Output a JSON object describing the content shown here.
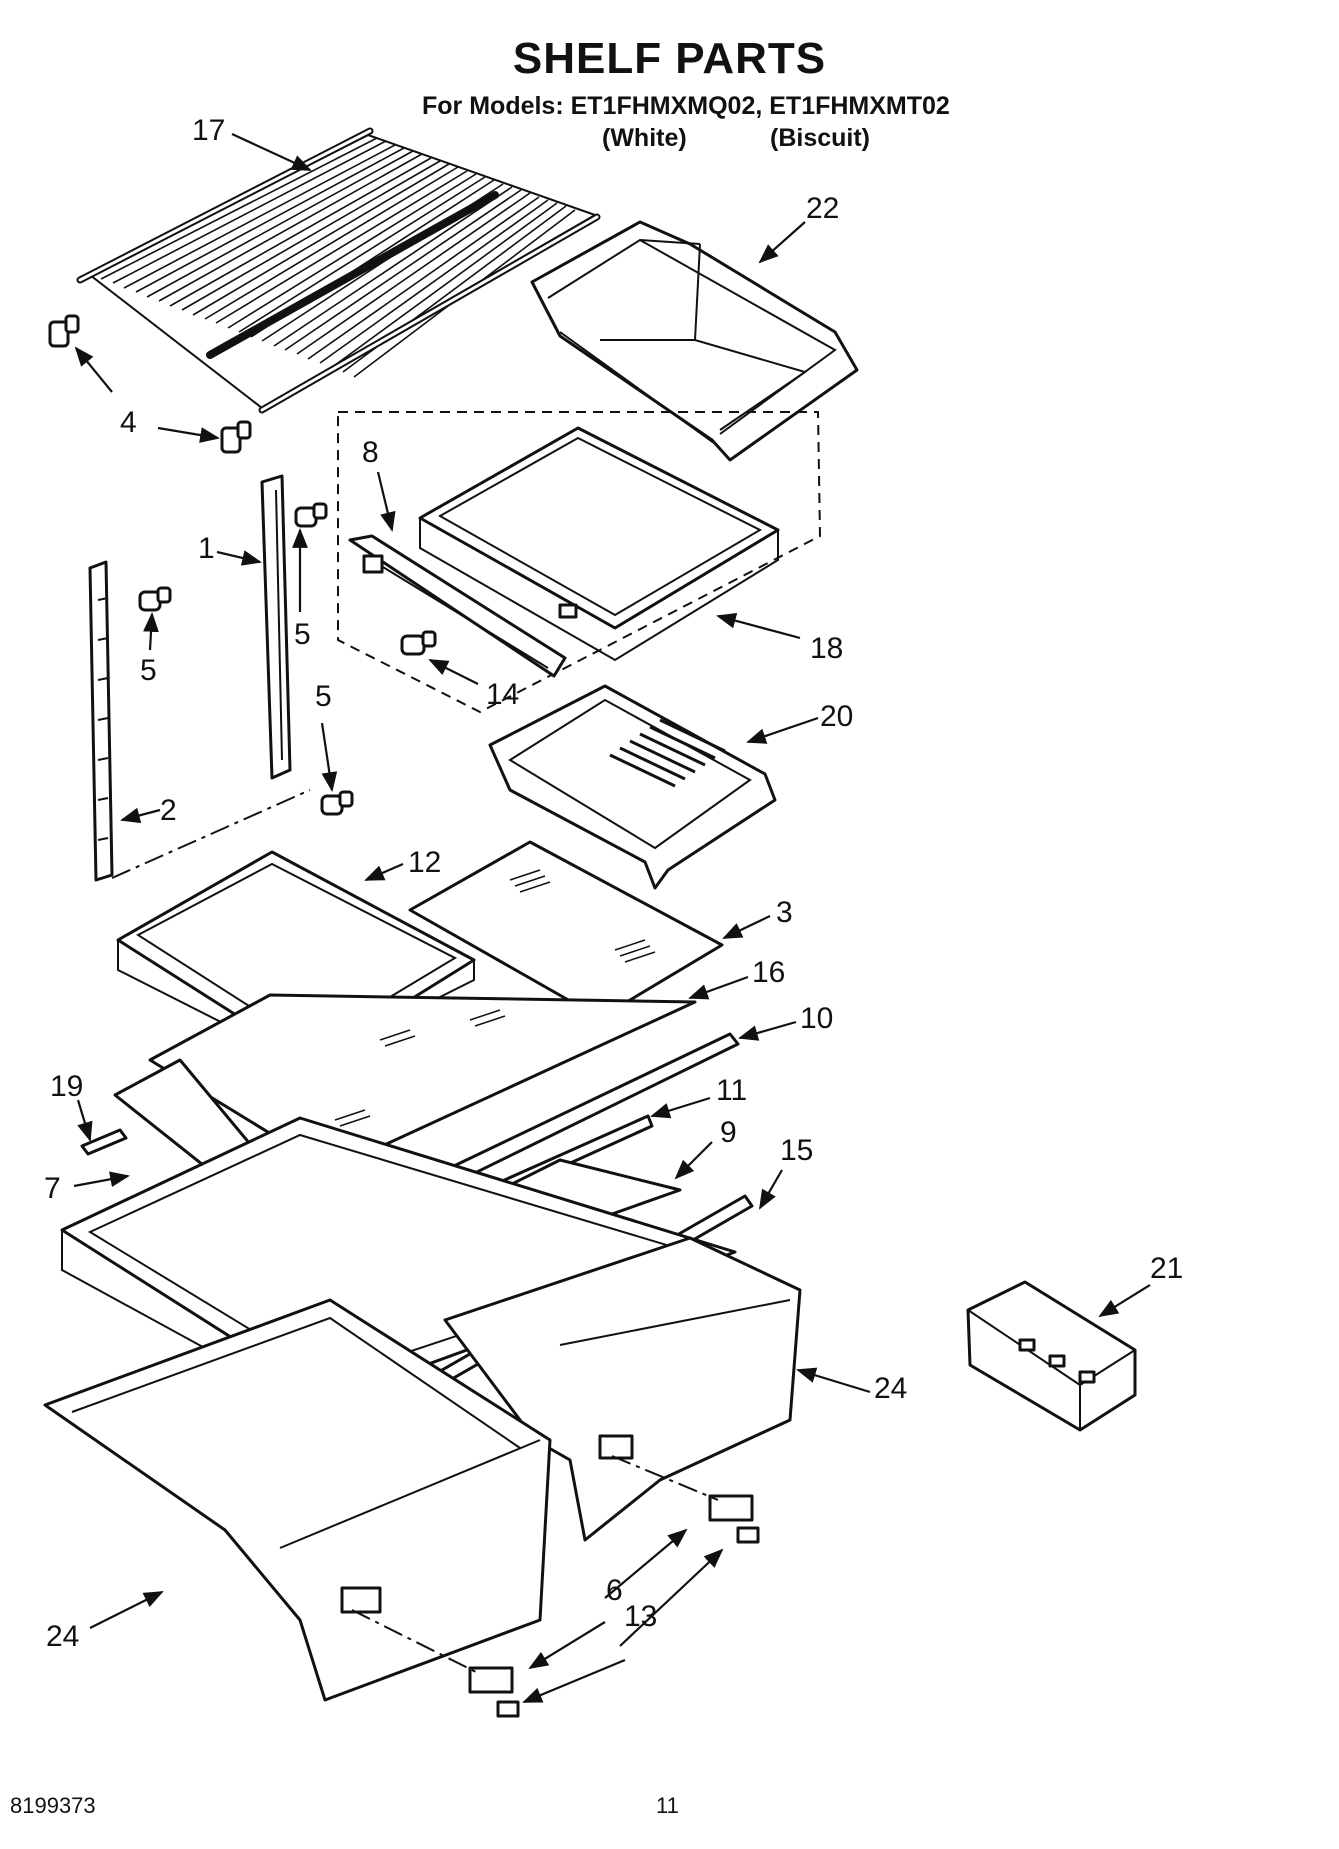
{
  "header": {
    "title": "SHELF PARTS",
    "models_line": "For Models: ET1FHMXMQ02, ET1FHMXMT02",
    "color_1": "(White)",
    "color_2": "(Biscuit)"
  },
  "footer": {
    "doc_number": "8199373",
    "page_number": "11"
  },
  "callouts": {
    "c17": "17",
    "c22": "22",
    "c4": "4",
    "c8": "8",
    "c1": "1",
    "c5a": "5",
    "c5b": "5",
    "c5c": "5",
    "c18": "18",
    "c14": "14",
    "c20": "20",
    "c2": "2",
    "c12": "12",
    "c3": "3",
    "c16": "16",
    "c10": "10",
    "c19": "19",
    "c11": "11",
    "c9": "9",
    "c7": "7",
    "c15": "15",
    "c21": "21",
    "c24a": "24",
    "c24b": "24",
    "c6": "6",
    "c13": "13"
  }
}
